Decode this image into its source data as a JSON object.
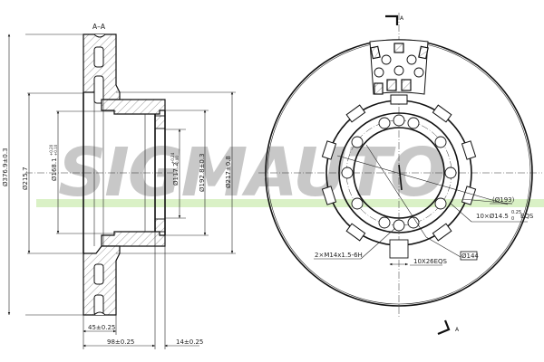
{
  "drawing": {
    "section_label": "A–A",
    "section_arrow_top": "A",
    "section_arrow_bottom": "A",
    "watermark": {
      "text": "SIGMAUTO",
      "color": "#c8c8c8",
      "stripe_color": "#cdeeb4"
    },
    "section_view": {
      "dimensions": {
        "outer_diameter": "Ø376.9±0.3",
        "d215": "Ø215.7",
        "center_bore": "Ø168.1",
        "center_bore_tol_upper": "+0.20",
        "center_bore_tol_lower": "+0.10",
        "pilot": "Ø117.2",
        "pilot_tol_upper": "+0.24",
        "pilot_tol_lower": "0.00",
        "hat": "Ø192.8±0.3",
        "d217": "Ø217±0.8",
        "width_45": "45±0.25",
        "height_98": "98±0.25",
        "thick_14": "14±0.25"
      }
    },
    "front_view": {
      "callouts": {
        "pcd": "(Ø193)",
        "holes_prefix": "10×Ø14.5",
        "holes_tol_upper": "0.25",
        "holes_tol_lower": "0",
        "holes_suffix": "EQS",
        "threads": "2×M14x1.5-6H",
        "notches": "10X26EQS",
        "bore": "Ø144"
      },
      "bolt_holes_count": 10,
      "notches_count": 10
    }
  }
}
